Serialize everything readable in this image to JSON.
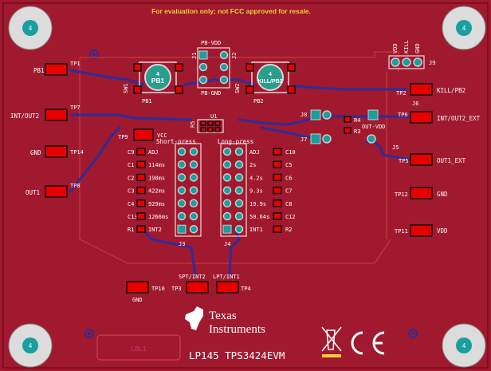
{
  "notice": "For evaluation only; not FCC approved for resale.",
  "board": {
    "bg": "#a0192e",
    "pad": "#e60000",
    "trace": "#2d2d9a",
    "tp_color": "#ffffff"
  },
  "logo": {
    "line1": "Texas",
    "line2": "Instruments",
    "icon": "ti-logo-icon"
  },
  "footer": {
    "part": "LP145 TPS3424EVM",
    "label": "LBL1"
  },
  "mounting_hole": "4",
  "buttons": {
    "pb1": {
      "label": "PB1",
      "num": "4",
      "ref": "PB1",
      "sw": "SW1"
    },
    "pb2": {
      "label": "KILL/PB2",
      "num": "4",
      "ref": "PB2",
      "sw": "SW2"
    }
  },
  "header_top": {
    "j1": "J1",
    "j2": "J2",
    "vdd": "PB-VDD",
    "gnd": "PB-GND"
  },
  "j9": {
    "ref": "J9",
    "pins": [
      "VDD",
      "KILL",
      "GND"
    ]
  },
  "left_tps": [
    {
      "net": "PB1",
      "ref": "TP1"
    },
    {
      "net": "INT/OUT2",
      "ref": "TP7"
    },
    {
      "net": "GND",
      "ref": "TP14"
    },
    {
      "net": "OUT1",
      "ref": "TP8"
    }
  ],
  "right_tps": [
    {
      "net": "KILL/PB2",
      "ref": "TP2"
    },
    {
      "net": "INT/OUT2_EXT",
      "ref": "TP6"
    },
    {
      "net": "OUT1_EXT",
      "ref": "TP5"
    },
    {
      "net": "GND",
      "ref": "TP12"
    },
    {
      "net": "VDD",
      "ref": "TP11"
    }
  ],
  "tp9": {
    "ref": "TP9",
    "net": "VCC"
  },
  "u1": {
    "ref": "U1",
    "r5": "R5"
  },
  "jumpers": {
    "j6": "J6",
    "j7": "J7",
    "j8": "J8",
    "j5": "J5",
    "r3": "R3",
    "r4": "R4",
    "outvdd": "OUT-VDD"
  },
  "short_press": {
    "title": "Short-press",
    "items": [
      {
        "cap": "C9",
        "val": "ADJ"
      },
      {
        "cap": "C1",
        "val": "114ms"
      },
      {
        "cap": "C2",
        "val": "198ms"
      },
      {
        "cap": "C3",
        "val": "422ms"
      },
      {
        "cap": "C4",
        "val": "929ms"
      },
      {
        "cap": "C13",
        "val": "1266ms"
      },
      {
        "cap": "R1",
        "val": "INT2"
      }
    ],
    "ref": "J3"
  },
  "long_press": {
    "title": "Long-press",
    "items": [
      {
        "cap": "C10",
        "val": "ADJ"
      },
      {
        "cap": "C5",
        "val": "2s"
      },
      {
        "cap": "C6",
        "val": "4.2s"
      },
      {
        "cap": "C7",
        "val": "9.3s"
      },
      {
        "cap": "C8",
        "val": "19.9s"
      },
      {
        "cap": "C12",
        "val": "50.64s"
      },
      {
        "cap": "R2",
        "val": "INT1"
      }
    ],
    "ref": "J4"
  },
  "bottom_tps": {
    "tp10": {
      "ref": "TP10",
      "net": "GND"
    },
    "tp3": {
      "ref": "TP3",
      "net": "SPT/INT2"
    },
    "tp4": {
      "ref": "TP4",
      "net": "LPT/INT1"
    }
  }
}
